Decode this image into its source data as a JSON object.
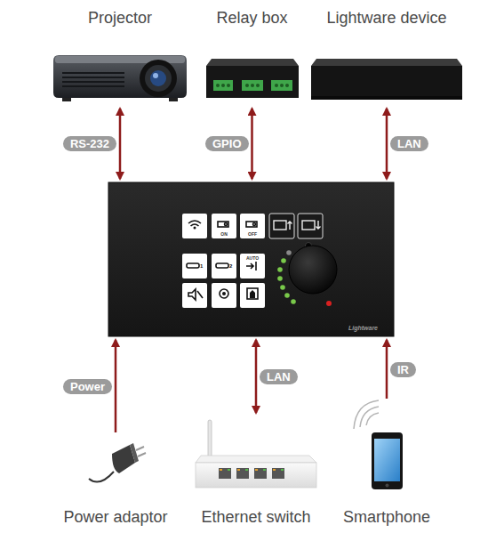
{
  "diagram": {
    "nodes": [
      {
        "text": [
          "Projector"
        ]
      },
      {
        "text": [
          "Relay box"
        ]
      },
      {
        "text": [
          "Lightware device"
        ]
      },
      {
        "text": [
          "Lightware"
        ]
      },
      {
        "text": [
          "Power adaptor"
        ]
      },
      {
        "text": [
          "Ethernet switch"
        ]
      },
      {
        "text": [
          "Smartphone"
        ]
      }
    ],
    "edges": [
      {
        "from": 0,
        "to": 3,
        "label": "RS-232",
        "arrow": "both"
      },
      {
        "from": 1,
        "to": 3,
        "label": "GPIO",
        "arrow": "both"
      },
      {
        "from": 2,
        "to": 3,
        "label": "LAN",
        "arrow": "both"
      },
      {
        "from": 4,
        "to": 3,
        "label": "Power",
        "arrow": "to"
      },
      {
        "from": 5,
        "to": 3,
        "label": "LAN",
        "arrow": "both"
      },
      {
        "from": 6,
        "to": 3,
        "label": "IR",
        "arrow": "to"
      }
    ],
    "labels": [
      "ON",
      "OFF",
      "AUTO"
    ]
  }
}
